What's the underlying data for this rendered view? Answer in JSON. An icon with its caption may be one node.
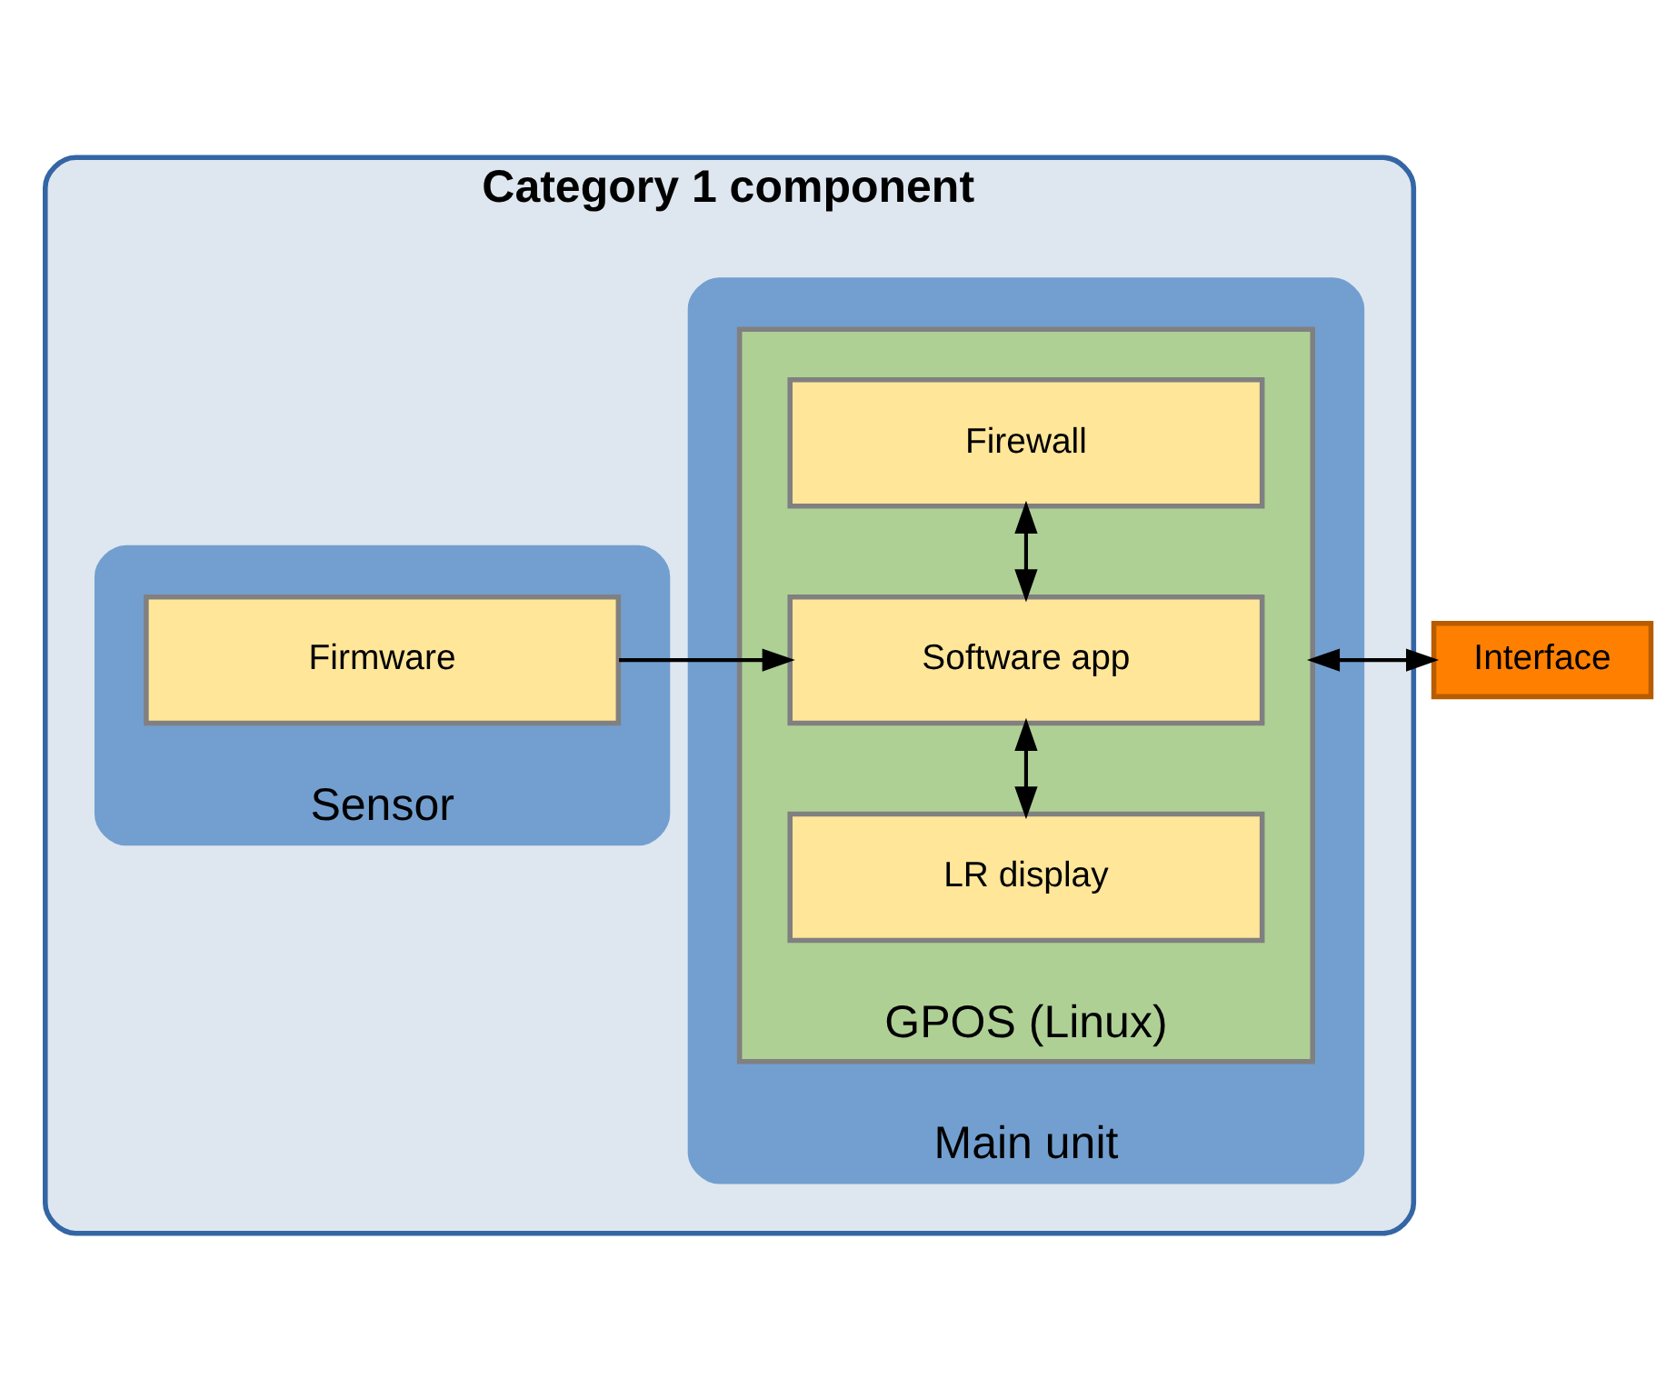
{
  "diagram": {
    "nodes": [
      {
        "text": [
          "Category 1 component"
        ]
      },
      {
        "text": [
          "Sensor"
        ],
        "in": 0
      },
      {
        "text": [
          "Firmware"
        ],
        "in": 1
      },
      {
        "text": [
          "Main unit"
        ],
        "in": 0
      },
      {
        "text": [
          "GPOS (Linux)"
        ],
        "in": 3
      },
      {
        "text": [
          "LR display"
        ],
        "in": 4
      },
      {
        "text": [
          "Software app"
        ],
        "in": 4
      },
      {
        "text": [
          "Firewall"
        ],
        "in": 4
      },
      {
        "text": [
          "Interface"
        ]
      }
    ],
    "edges": [
      {
        "from": 2,
        "to": 6,
        "arrow": "to"
      },
      {
        "from": 5,
        "to": 6,
        "arrow": "both"
      },
      {
        "from": 6,
        "to": 7,
        "arrow": "both"
      },
      {
        "from": 4,
        "to": 8,
        "arrow": "both"
      }
    ]
  }
}
